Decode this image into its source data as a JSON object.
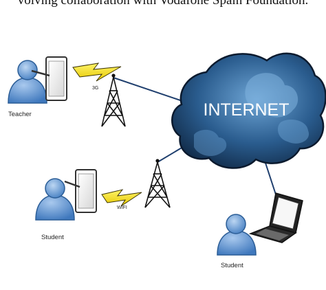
{
  "caption": "volving collaboration with Vodafone Spain Foundation.",
  "cloud": {
    "label": "INTERNET"
  },
  "links": {
    "tower_3g_label": "3G",
    "tower_wifi_label": "WIFI"
  },
  "actors": {
    "teacher": "Teacher",
    "student_tablet": "Student",
    "student_laptop": "Student"
  }
}
